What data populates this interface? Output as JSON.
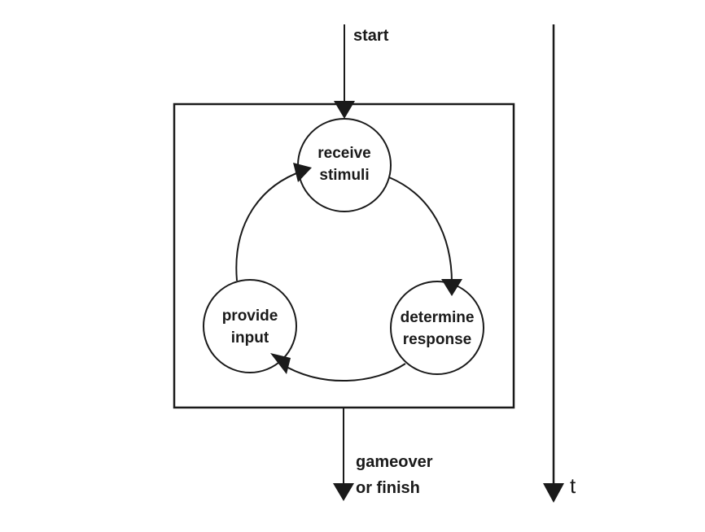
{
  "diagram": {
    "start_label": "start",
    "end_label_line1": "gameover",
    "end_label_line2": "or finish",
    "time_axis_label": "t",
    "nodes": {
      "receive": {
        "line1": "receive",
        "line2": "stimuli"
      },
      "determine": {
        "line1": "determine",
        "line2": "response"
      },
      "provide": {
        "line1": "provide",
        "line2": "input"
      }
    }
  }
}
